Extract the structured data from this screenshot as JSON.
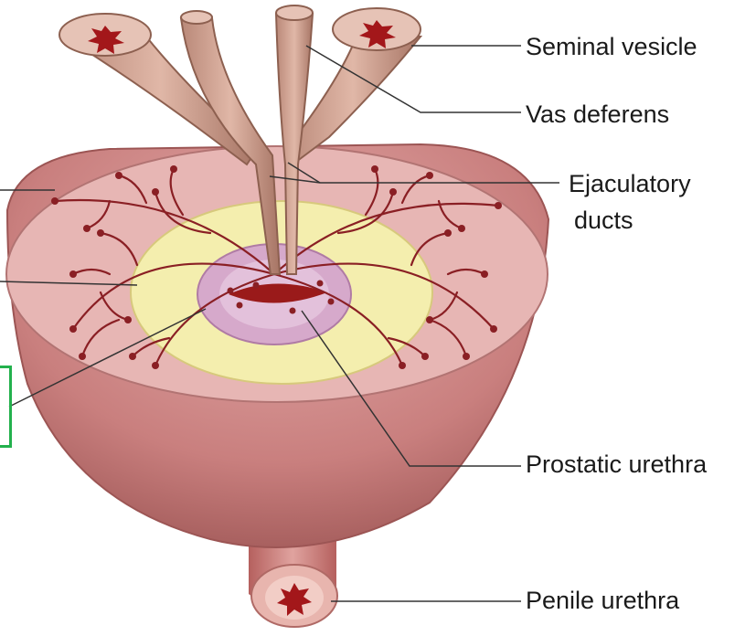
{
  "labels": {
    "seminal_vesicle": "Seminal vesicle",
    "vas_deferens": "Vas deferens",
    "ejaculatory_line1": "Ejaculatory",
    "ejaculatory_line2": "ducts",
    "prostatic_urethra": "Prostatic urethra",
    "penile_urethra": "Penile urethra"
  },
  "colors": {
    "outer_zone": "#d99a9a",
    "outer_top": "#e8b4b3",
    "transition_zone": "#f3eda9",
    "central_zone": "#cda0c4",
    "urethra": "#9a1a1a",
    "ducts": "#8a1f24",
    "highlight_box": "#23b14d"
  }
}
